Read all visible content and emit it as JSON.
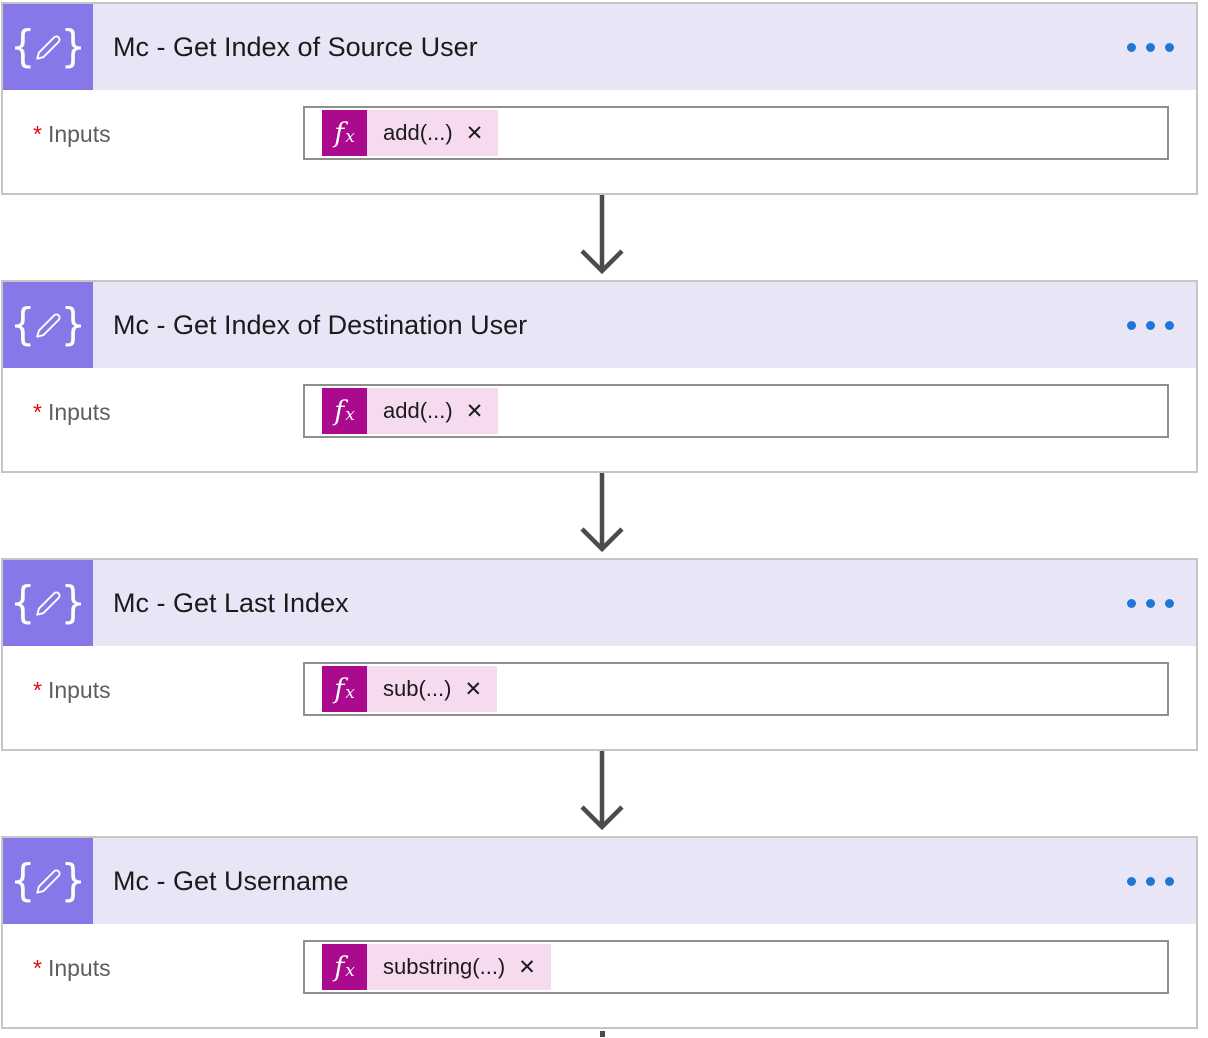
{
  "shared": {
    "inputs_label": "Inputs",
    "required_marker": "*",
    "fx_f": "f",
    "fx_x": "x",
    "remove_glyph": "✕",
    "brace_open": "{",
    "brace_close": "}"
  },
  "cards": [
    {
      "title": "Mc - Get Index of Source User",
      "expression": "add(...)"
    },
    {
      "title": "Mc - Get Index of Destination User",
      "expression": "add(...)"
    },
    {
      "title": "Mc - Get Last Index",
      "expression": "sub(...)"
    },
    {
      "title": "Mc - Get Username",
      "expression": "substring(...)"
    }
  ],
  "icons": {
    "action_icon": "braces-pencil-icon",
    "expression_icon": "fx-icon",
    "menu_icon": "ellipsis-icon",
    "connector_icon": "down-arrow-icon"
  },
  "colors": {
    "card_border": "#c7c6c4",
    "header_bg": "#e8e5f7",
    "icon_bg": "#8678e8",
    "title_color": "#1b1b1b",
    "label_color": "#5e5e5e",
    "required_color": "#e00b12",
    "field_border": "#8f8f8f",
    "fx_bg": "#ab0a8e",
    "pill_bg": "#f5daf0",
    "pill_text": "#1b1b1b",
    "menu_dot": "#1f76d6",
    "arrow_color": "#4b4b4b"
  }
}
